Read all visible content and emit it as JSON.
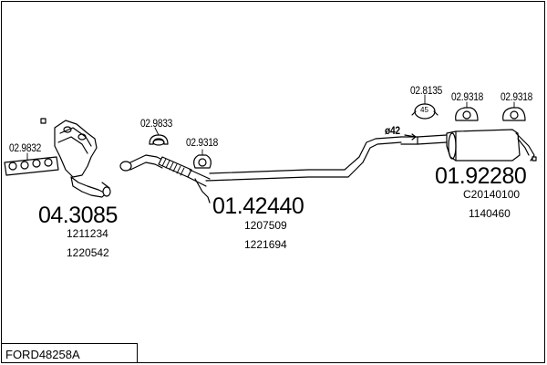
{
  "diagram_code": "FORD48258A",
  "parts": {
    "gasket_set": "02.9832",
    "manifold_bolt": "",
    "catalyst": "04.3085",
    "catalyst_ref1": "1211234",
    "catalyst_ref2": "1220542",
    "mid_clamp": "02.9833",
    "mid_hanger": "02.9318",
    "mid_pipe": "01.42440",
    "mid_pipe_ref1": "1207509",
    "mid_pipe_ref2": "1221694",
    "rear_ring": "02.8135",
    "rear_hanger_a": "02.9318",
    "rear_hanger_b": "02.9318",
    "pipe_diameter": "ø42",
    "ring_size": "45",
    "rear_silencer": "01.92280",
    "rear_silencer_ref1": "C20140100",
    "rear_silencer_ref2": "1140460"
  }
}
